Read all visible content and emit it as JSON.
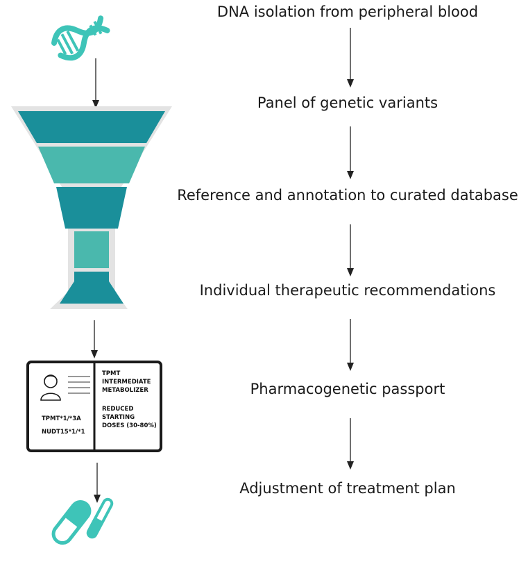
{
  "steps": [
    "DNA isolation from peripheral blood",
    "Panel of genetic variants",
    "Reference and annotation to curated database",
    "Individual therapeutic recommendations",
    "Pharmacogenetic passport",
    "Adjustment of treatment plan"
  ],
  "passport": {
    "genotype_1": "TPMT*1/*3A",
    "genotype_2": "NUDT15*1/*1",
    "phenotype_lines": [
      "TPMT",
      "INTERMEDIATE",
      "METABOLIZER"
    ],
    "recommendation_lines": [
      "REDUCED",
      "STARTING",
      "DOSES (30-80%)"
    ]
  },
  "colors": {
    "teal_dark": "#1a8f9a",
    "teal_light": "#4ab8ad",
    "funnel_outline": "#e3e3e3",
    "icon_teal": "#3ec4b8"
  },
  "icons": [
    "dna-icon",
    "funnel-icon",
    "passport-icon",
    "pill-icon"
  ]
}
